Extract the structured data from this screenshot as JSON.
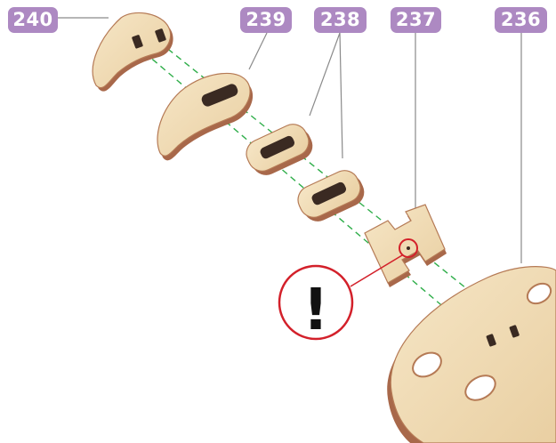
{
  "callouts": [
    {
      "id": "240",
      "label": "240"
    },
    {
      "id": "239",
      "label": "239"
    },
    {
      "id": "238",
      "label": "238"
    },
    {
      "id": "237",
      "label": "237"
    },
    {
      "id": "236",
      "label": "236"
    }
  ],
  "warning_symbol": "!",
  "colors": {
    "badge": "#ad89c2",
    "badge_text": "#ffffff",
    "wood": "#f2dcb5",
    "wood_edge": "#a8684a",
    "slot": "#3a2a22",
    "guide_line": "#2fae4a",
    "warning_ring": "#d3202a",
    "leader_line": "#8a8a8a"
  },
  "icons": [
    "exclamation-icon"
  ]
}
